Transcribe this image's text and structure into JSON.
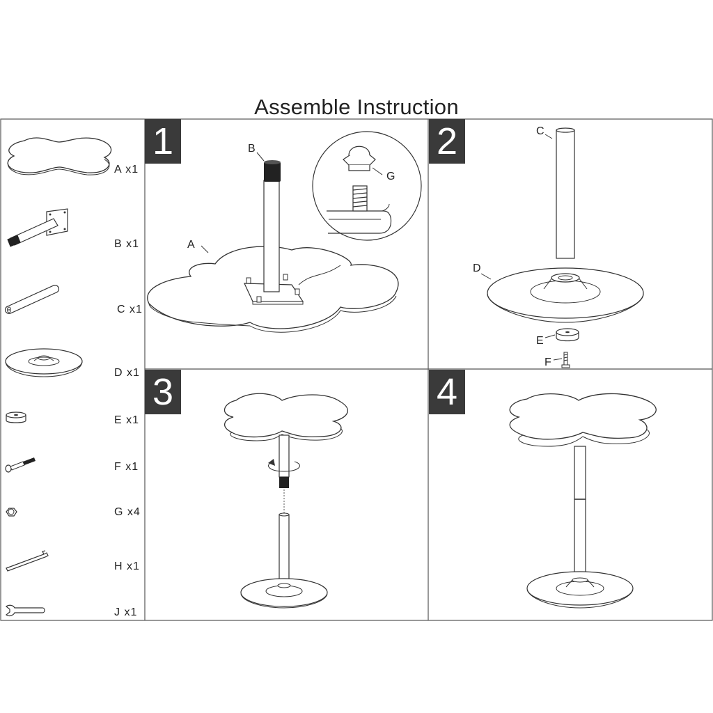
{
  "title": "Assemble Instruction",
  "parts": [
    {
      "letter": "A",
      "qty": "x1",
      "icon": "clover-glass-top-icon"
    },
    {
      "letter": "B",
      "qty": "x1",
      "icon": "upper-pole-with-plate-icon"
    },
    {
      "letter": "C",
      "qty": "x1",
      "icon": "lower-pole-icon"
    },
    {
      "letter": "D",
      "qty": "x1",
      "icon": "round-base-icon"
    },
    {
      "letter": "E",
      "qty": "x1",
      "icon": "washer-icon"
    },
    {
      "letter": "F",
      "qty": "x1",
      "icon": "bolt-icon"
    },
    {
      "letter": "G",
      "qty": "x4",
      "icon": "cap-nut-icon"
    },
    {
      "letter": "H",
      "qty": "x1",
      "icon": "allen-key-icon"
    },
    {
      "letter": "J",
      "qty": "x1",
      "icon": "wrench-icon"
    }
  ],
  "steps": [
    {
      "number": "1",
      "callouts": [
        "A",
        "B",
        "G"
      ]
    },
    {
      "number": "2",
      "callouts": [
        "C",
        "D",
        "E",
        "F"
      ]
    },
    {
      "number": "3",
      "callouts": []
    },
    {
      "number": "4",
      "callouts": []
    }
  ],
  "colors": {
    "line": "#333333",
    "badge": "#3a3a3a",
    "frame": "#555555"
  }
}
